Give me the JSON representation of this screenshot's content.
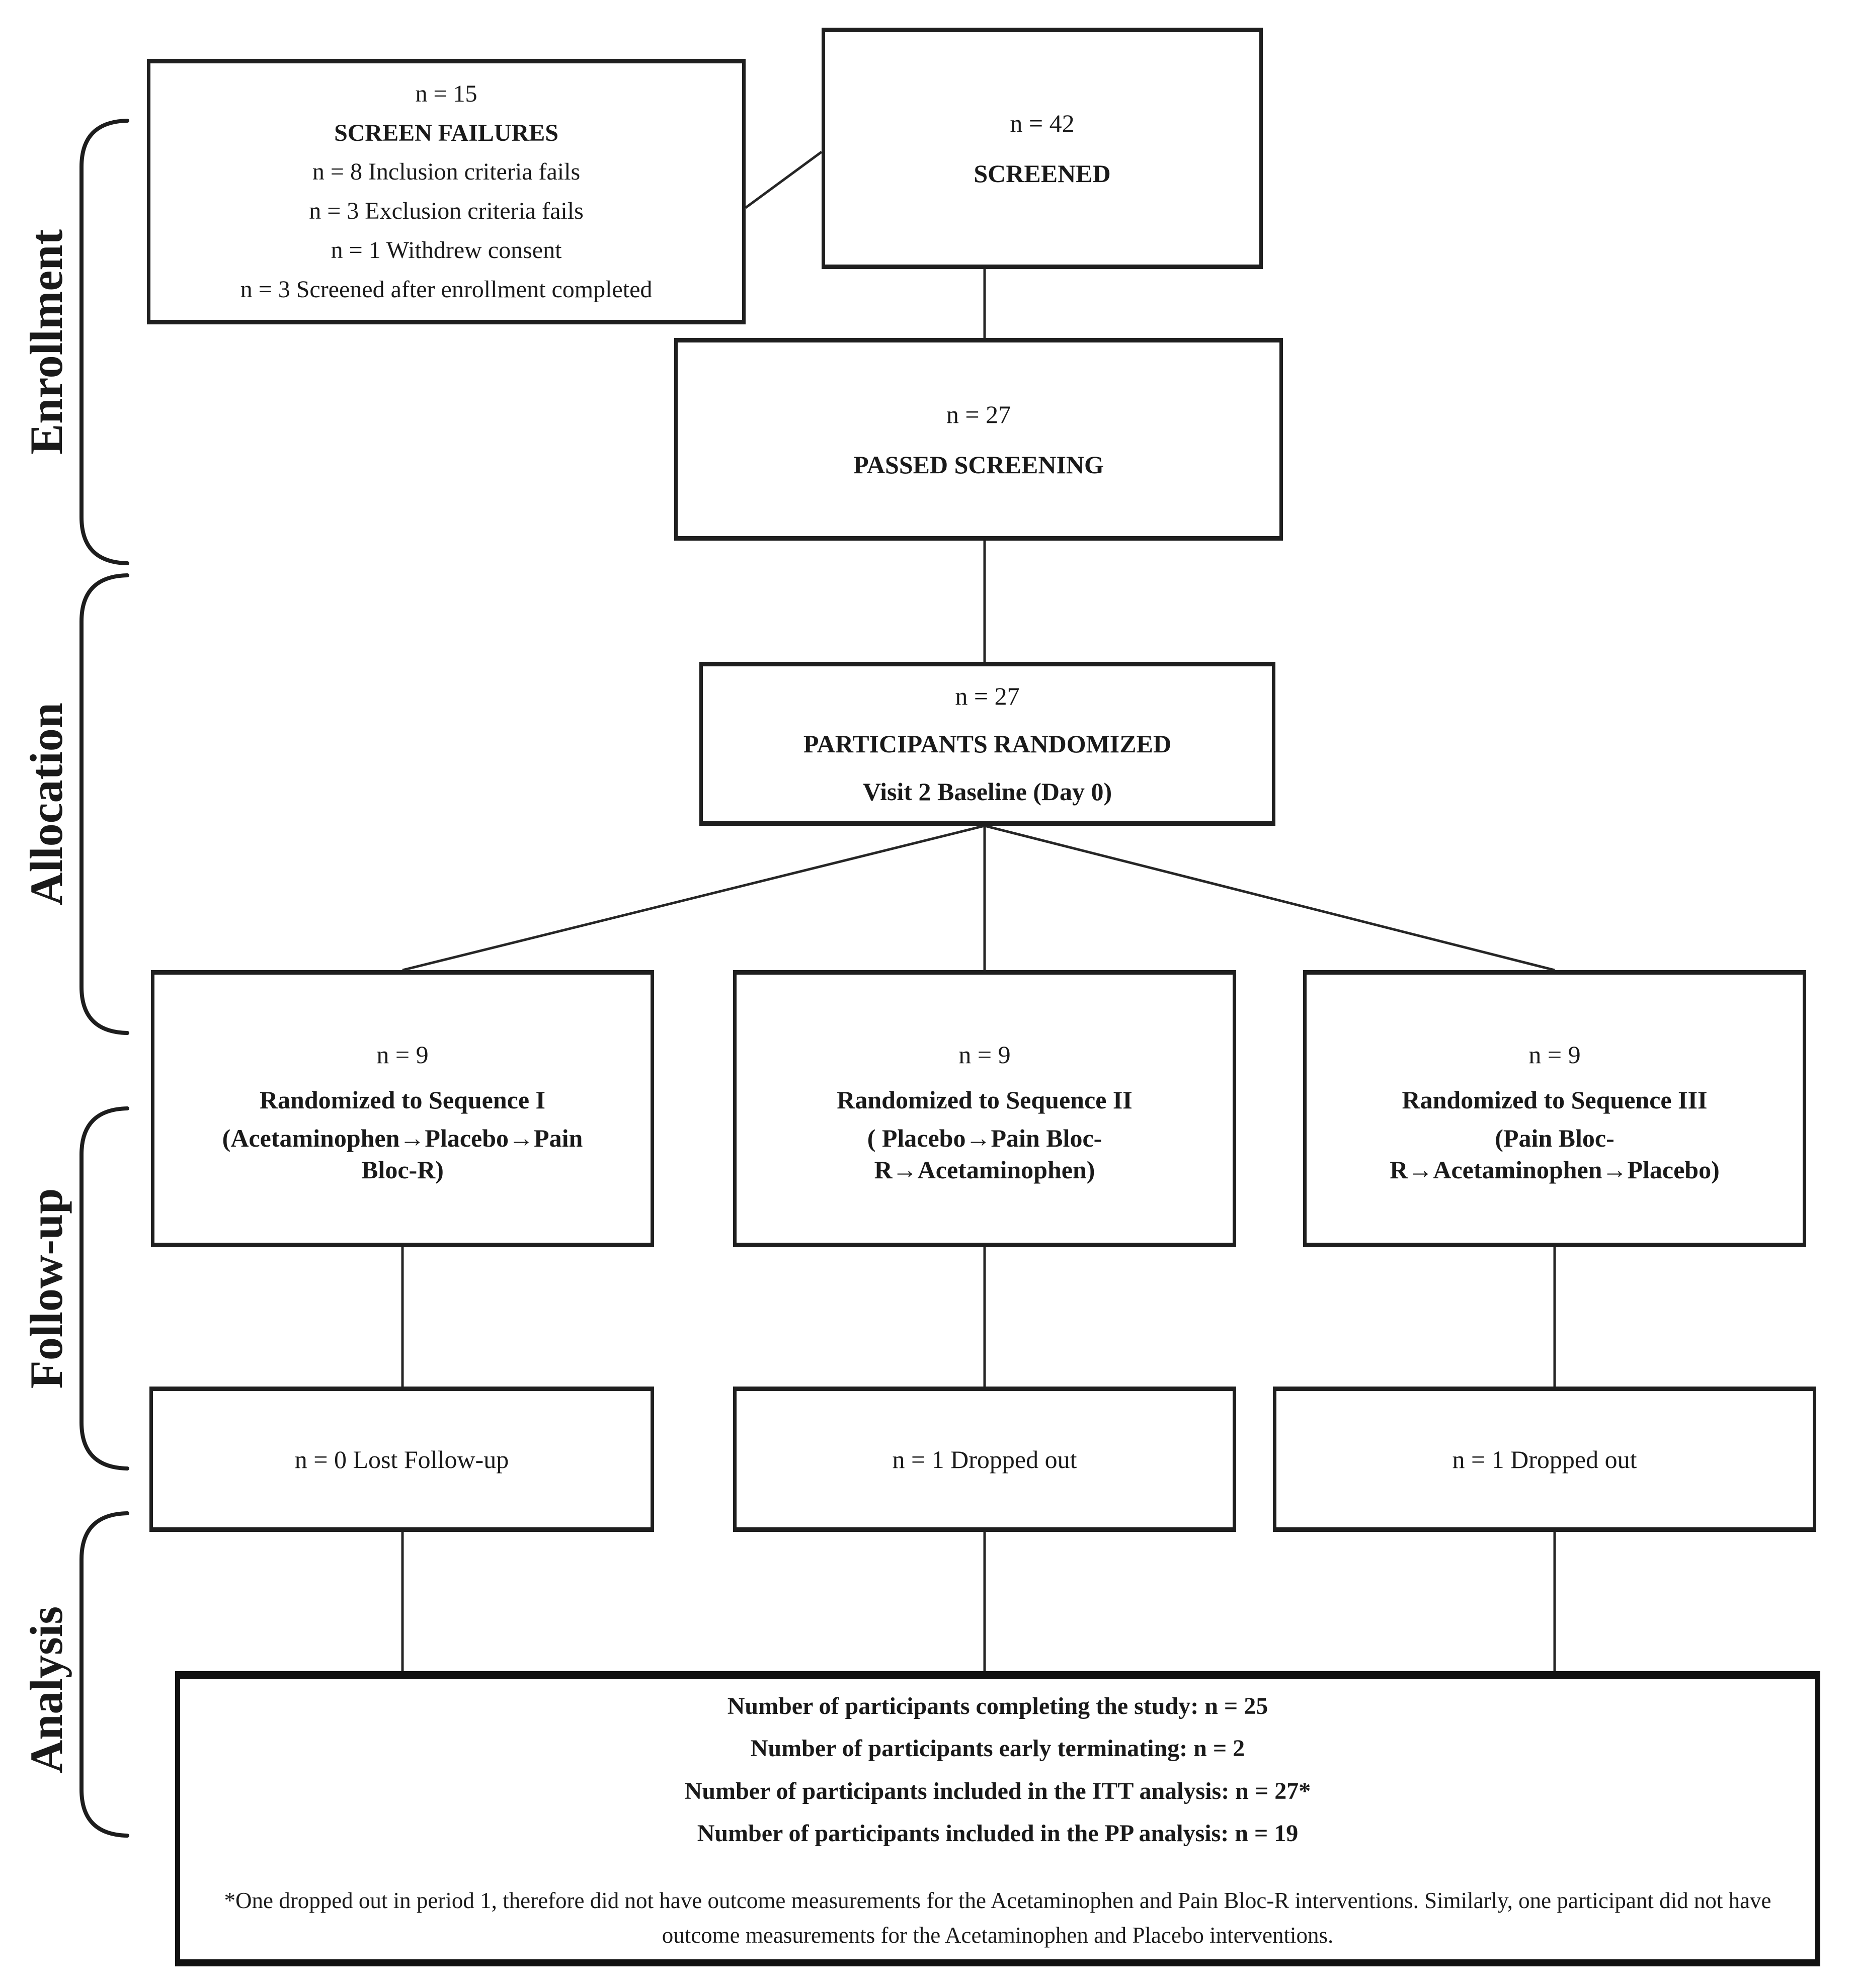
{
  "figure": {
    "colors": {
      "ink": "#1a1a1a",
      "background": "#ffffff"
    },
    "stages": [
      {
        "id": "enrollment",
        "label": "Enrollment"
      },
      {
        "id": "allocation",
        "label": "Allocation"
      },
      {
        "id": "followup",
        "label": "Follow-up"
      },
      {
        "id": "analysis",
        "label": "Analysis"
      }
    ],
    "boxes": {
      "screen_failures": {
        "count": "n = 15",
        "title": "SCREEN FAILURES",
        "reasons": [
          "n = 8 Inclusion criteria fails",
          "n = 3 Exclusion criteria fails",
          "n = 1 Withdrew consent",
          "n = 3 Screened after enrollment completed"
        ]
      },
      "screened": {
        "count": "n = 42",
        "title": "SCREENED"
      },
      "passed_screening": {
        "count": "n = 27",
        "title": "PASSED SCREENING"
      },
      "randomized": {
        "count": "n = 27",
        "title": "PARTICIPANTS RANDOMIZED",
        "subtitle": "Visit 2 Baseline (Day 0)"
      },
      "sequence_1": {
        "count": "n = 9",
        "title": "Randomized to Sequence I",
        "detail_line_1": "(Acetaminophen→Placebo→Pain",
        "detail_line_2": "Bloc-R)"
      },
      "sequence_2": {
        "count": "n = 9",
        "title": "Randomized to Sequence II",
        "detail_line_1": "( Placebo→Pain Bloc-",
        "detail_line_2": "R→Acetaminophen)"
      },
      "sequence_3": {
        "count": "n = 9",
        "title": "Randomized to Sequence III",
        "detail_line_1": "(Pain Bloc-",
        "detail_line_2": "R→Acetaminophen→Placebo)"
      },
      "lost_followup_1": {
        "text": "n = 0 Lost Follow-up"
      },
      "dropped_out_2": {
        "text": "n = 1 Dropped out"
      },
      "dropped_out_3": {
        "text": "n = 1 Dropped out"
      },
      "analysis_summary": {
        "lines": [
          "Number of participants completing the study: n = 25",
          "Number of participants early terminating: n = 2",
          "Number of participants included in the ITT analysis: n = 27*",
          "Number of participants included in the PP analysis: n = 19"
        ],
        "footnote": "*One dropped out in period 1, therefore did not have outcome measurements for the Acetaminophen and Pain Bloc-R interventions. Similarly, one participant did not have outcome measurements for the Acetaminophen and Placebo interventions."
      }
    }
  }
}
